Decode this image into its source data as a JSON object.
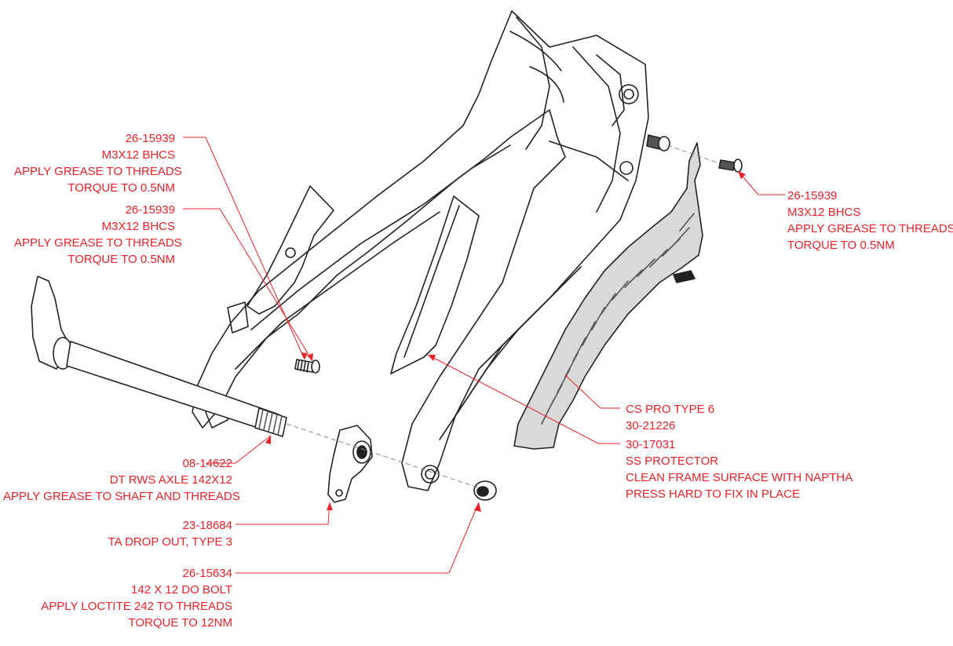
{
  "colors": {
    "annotation": "#e8232a",
    "linework": "#222222",
    "shade": "#d9d9d9"
  },
  "callouts": [
    {
      "id": "bolt-upper-1",
      "lines": [
        "26-15939",
        "M3X12 BHCS",
        "APPLY GREASE TO THREADS",
        "TORQUE TO 0.5NM"
      ]
    },
    {
      "id": "bolt-upper-2",
      "lines": [
        "26-15939",
        "M3X12 BHCS",
        "APPLY GREASE TO THREADS",
        "TORQUE TO 0.5NM"
      ]
    },
    {
      "id": "bolt-right",
      "lines": [
        "26-15939",
        "M3X12 BHCS",
        "APPLY GREASE TO THREADS",
        "TORQUE TO 0.5NM"
      ]
    },
    {
      "id": "axle",
      "lines": [
        "08-14622",
        "DT RWS AXLE 142X12",
        "APPLY GREASE TO SHAFT AND THREADS"
      ]
    },
    {
      "id": "dropout",
      "lines": [
        "23-18684",
        "TA DROP OUT, TYPE 3"
      ]
    },
    {
      "id": "do-bolt",
      "lines": [
        "26-15634",
        "142 X 12 DO BOLT",
        "APPLY LOCTITE 242 TO THREADS",
        "TORQUE TO 12NM"
      ]
    },
    {
      "id": "cs-pro",
      "lines": [
        "CS PRO TYPE 6",
        "30-21226"
      ]
    },
    {
      "id": "ss-protector",
      "lines": [
        "30-17031",
        "SS PROTECTOR",
        "CLEAN FRAME SURFACE WITH NAPTHA",
        "PRESS HARD TO FIX IN PLACE"
      ]
    }
  ]
}
